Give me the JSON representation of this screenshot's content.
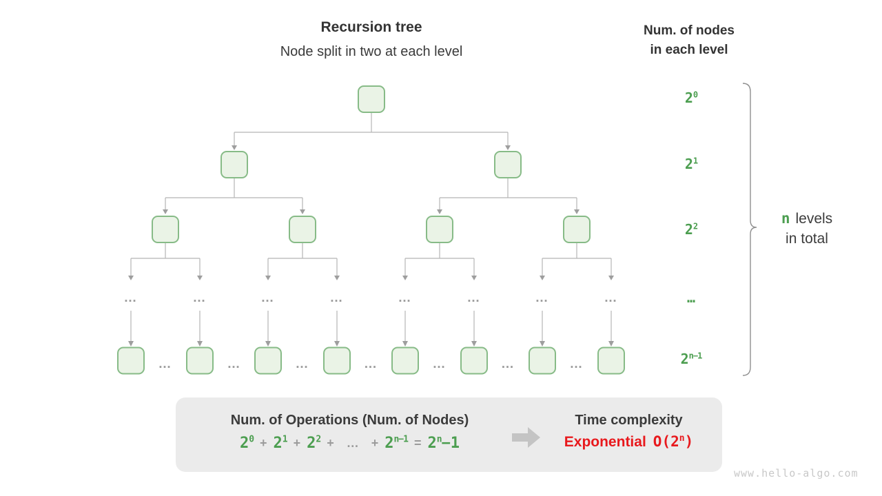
{
  "header": {
    "title": "Recursion tree",
    "subtitle": "Node split in two at each level"
  },
  "right_header": {
    "line1": "Num. of nodes",
    "line2": "in each level"
  },
  "level_labels": [
    {
      "base": "2",
      "sup": "0"
    },
    {
      "base": "2",
      "sup": "1"
    },
    {
      "base": "2",
      "sup": "2"
    },
    {
      "base": "…",
      "sup": ""
    },
    {
      "base": "2",
      "sup": "n−1"
    }
  ],
  "tree": {
    "ellipsis": "…"
  },
  "brace_note": {
    "highlight": "n",
    "rest": "levels",
    "line2": "in total"
  },
  "summary": {
    "operations_title": "Num. of Operations (Num. of Nodes)",
    "formula": [
      {
        "base": "2",
        "sup": "0"
      },
      {
        "op": "+"
      },
      {
        "base": "2",
        "sup": "1"
      },
      {
        "op": "+"
      },
      {
        "base": "2",
        "sup": "2"
      },
      {
        "op": "+"
      },
      {
        "op": "…"
      },
      {
        "op": "+"
      },
      {
        "base": "2",
        "sup": "n−1"
      },
      {
        "op": "="
      },
      {
        "base": "2",
        "sup": "n",
        "tail": "−1"
      }
    ],
    "complexity_title": "Time complexity",
    "complexity_name": "Exponential",
    "complexity_o": {
      "pre": "O(2",
      "sup": "n",
      "post": ")"
    }
  },
  "watermark": "www.hello-algo.com",
  "colors": {
    "green": "#4c9e50",
    "node_fill": "#eaf3e6",
    "node_border": "#87bb87",
    "line": "#b5b5b5",
    "arrow": "#9e9e9e",
    "red": "#e8191d",
    "box_bg": "#ebebeb",
    "dark": "#3c3c3c",
    "op_gray": "#9b9b9b"
  }
}
